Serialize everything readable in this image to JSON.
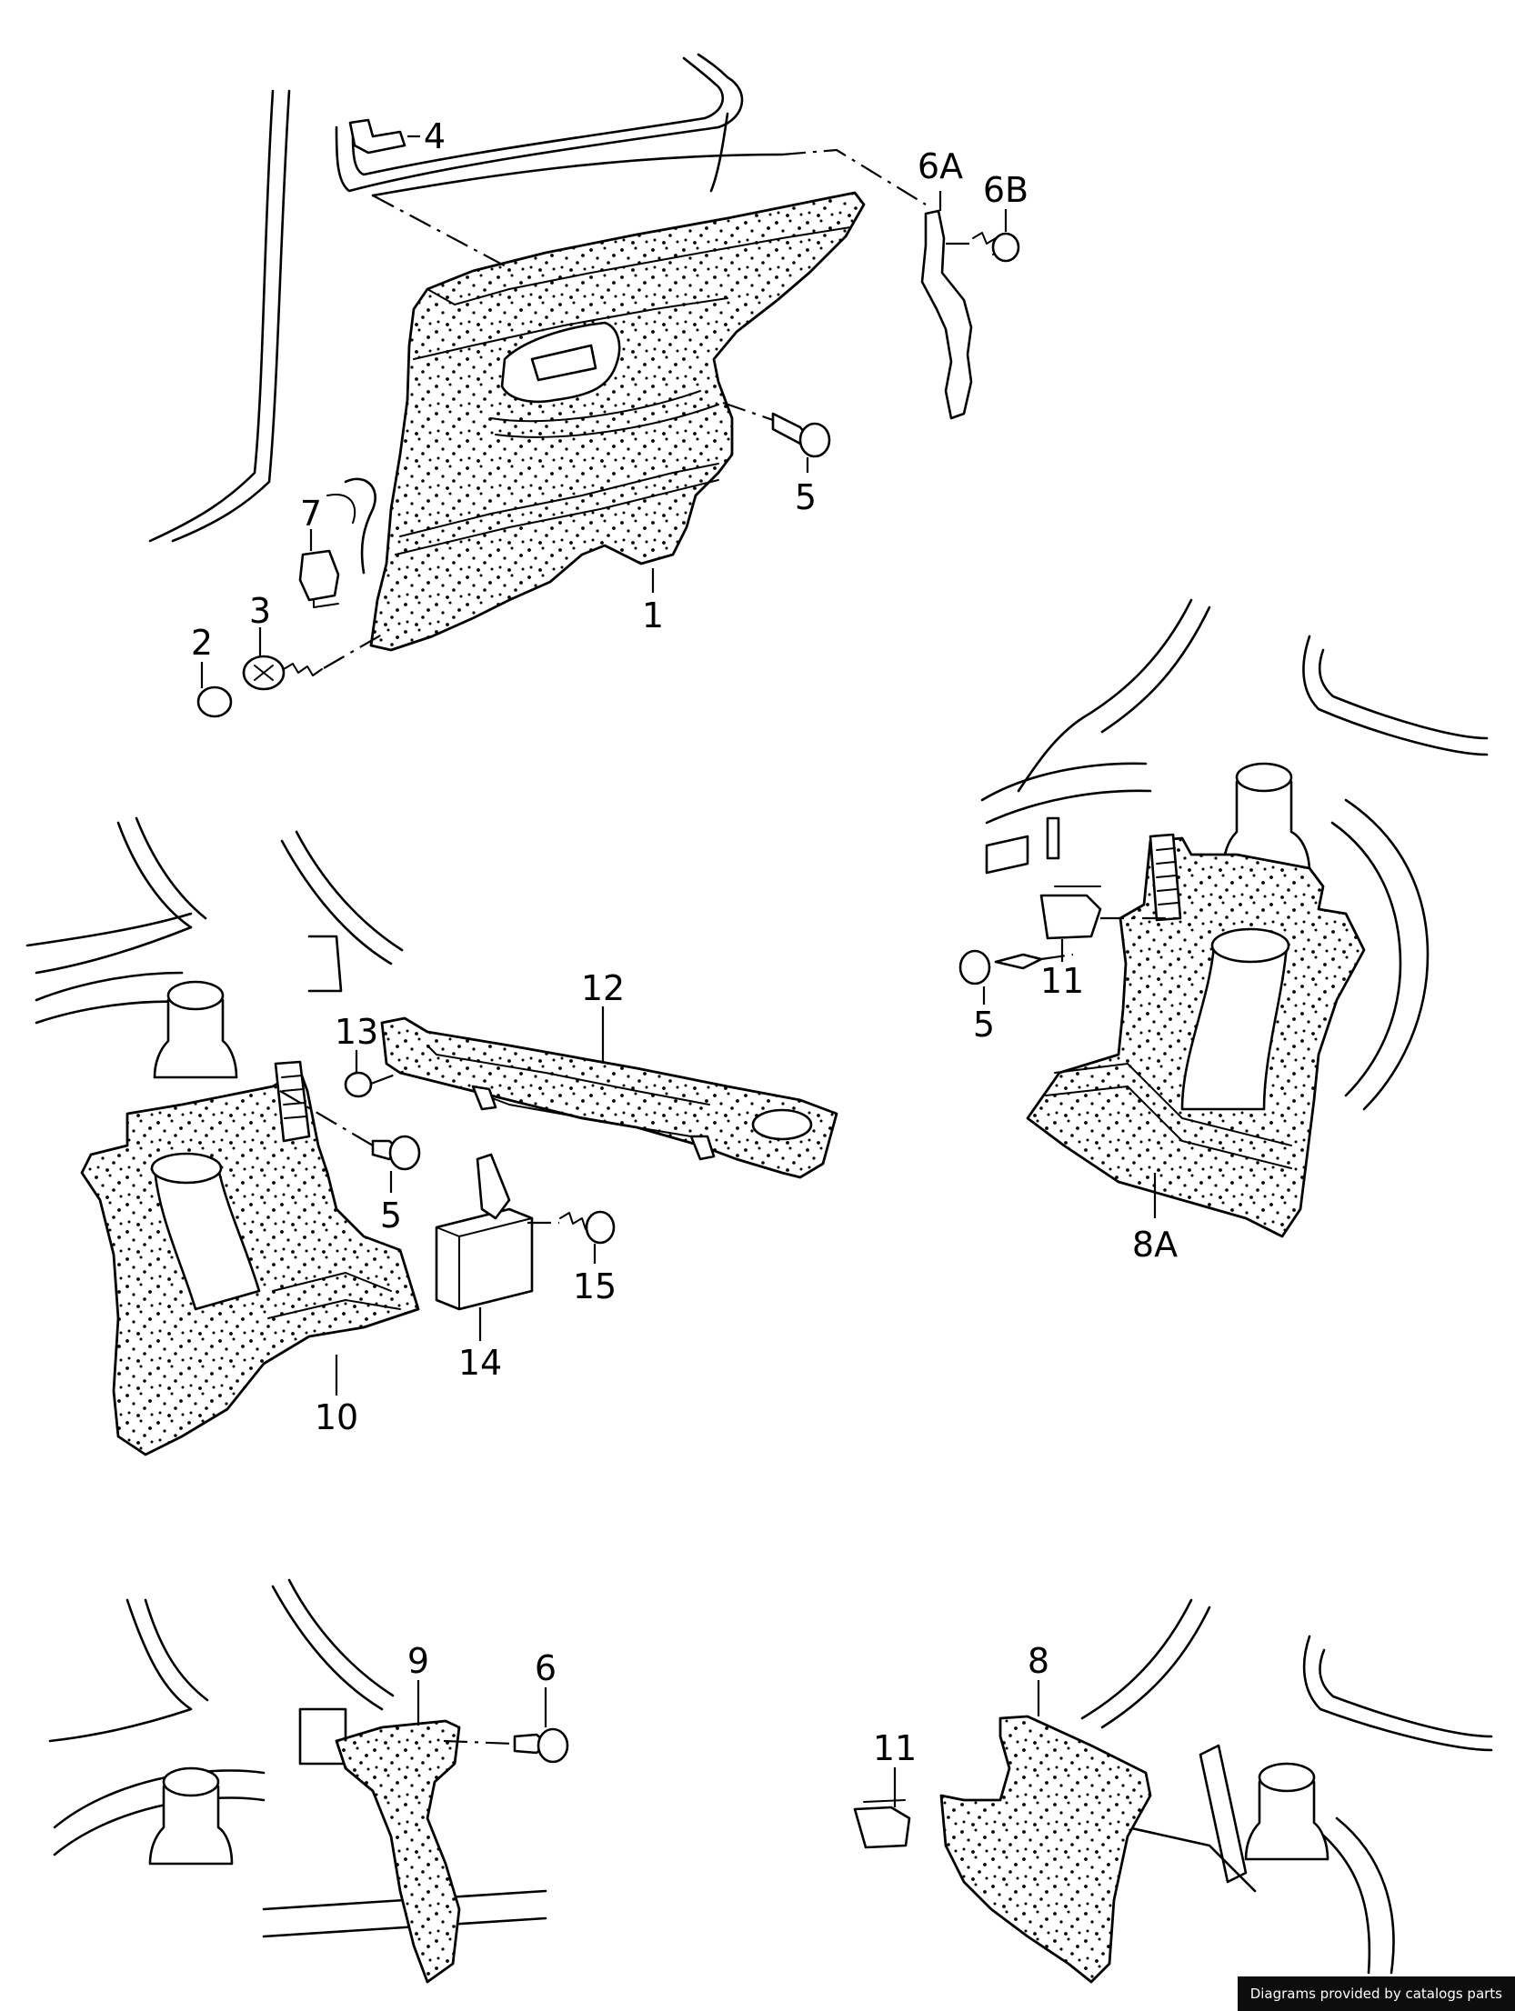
{
  "credit": "Diagrams provided by catalogs parts",
  "callouts": {
    "c1": "1",
    "c2": "2",
    "c3": "3",
    "c4": "4",
    "c5a": "5",
    "c5b": "5",
    "c5c": "5",
    "c6": "6",
    "c6A": "6A",
    "c6B": "6B",
    "c7": "7",
    "c8": "8",
    "c8A": "8A",
    "c9": "9",
    "c10": "10",
    "c11a": "11",
    "c11b": "11",
    "c12": "12",
    "c13": "13",
    "c14": "14",
    "c15": "15"
  }
}
